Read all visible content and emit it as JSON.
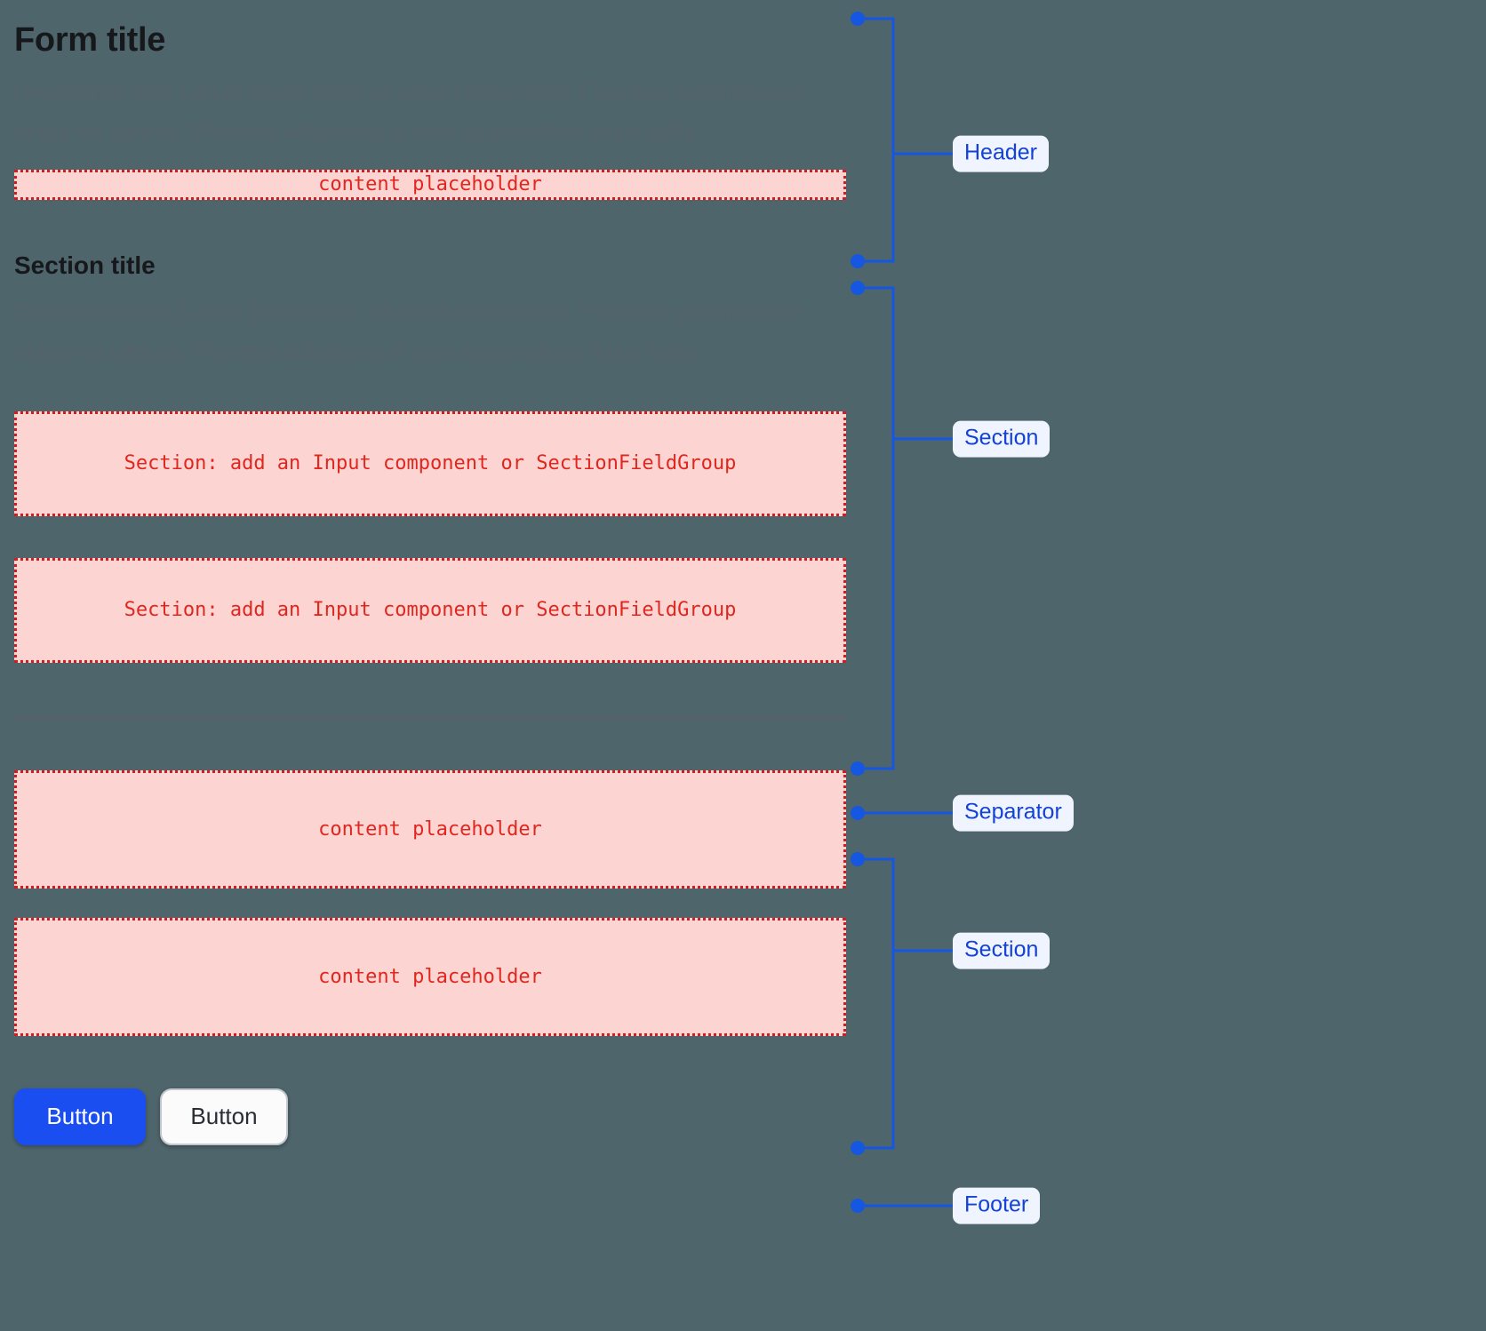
{
  "canvas": {
    "background_color": "#4d656b",
    "accent_color": "#1342d8",
    "placeholder_fill": "#fcd5d3",
    "placeholder_border": "#cf1d22",
    "placeholder_text_color": "#e0271f",
    "separator_color": "#5c5f6b"
  },
  "header": {
    "title": "Form title",
    "description": "Description text. Lorem ipsum dolor sit amet consectetur. Faucibus pellentesque netus vel ultrices. Pharetra adipiscing in sem suspendisse tellus nulla.",
    "placeholder": "content placeholder"
  },
  "section_one": {
    "title": "Section title",
    "description": "Description text. Lorem ipsum dolor sit amet consectetur. Faucibus pellentesque netus vel ultrices. Pharetra adipiscing in sem suspendisse tellus nulla.",
    "placeholders": [
      "Section: add an Input component or SectionFieldGroup",
      "Section: add an Input component or SectionFieldGroup"
    ]
  },
  "section_two": {
    "placeholders": [
      "content placeholder",
      "content placeholder"
    ]
  },
  "footer": {
    "primary_button": "Button",
    "secondary_button": "Button"
  },
  "annotations": {
    "header": "Header",
    "section_one": "Section",
    "separator": "Separator",
    "section_two": "Section",
    "footer": "Footer"
  }
}
